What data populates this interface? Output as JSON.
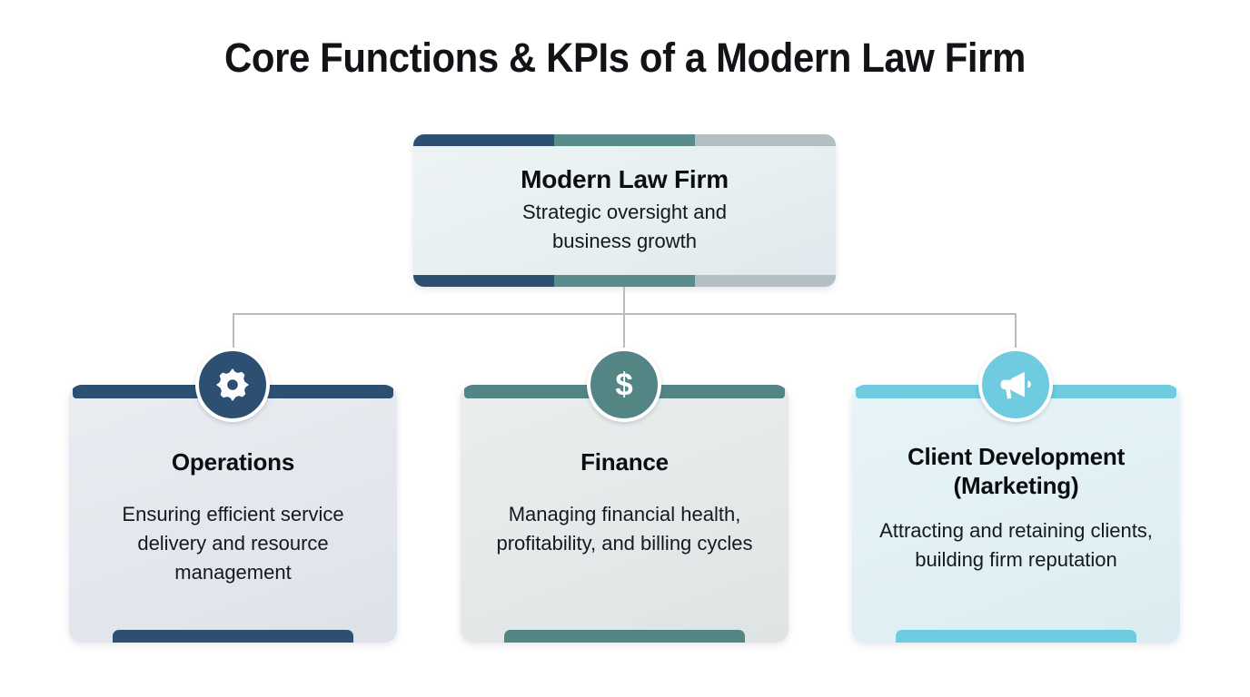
{
  "page": {
    "title": "Core Functions & KPIs of a Modern Law Firm",
    "background_color": "#ffffff",
    "connector_color": "#b6bcc2"
  },
  "root": {
    "title": "Modern Law Firm",
    "description": "Strategic oversight and business growth",
    "bar_segments": [
      "#2d4f72",
      "#5a8c8c",
      "#b4bfc4"
    ],
    "body_color": "#e9f0f2"
  },
  "branches": [
    {
      "id": "operations",
      "title": "Operations",
      "description": "Ensuring efficient service delivery and resource management",
      "icon": "gear-icon",
      "accent_color": "#2d4f72",
      "body_color": "#e5e9ee"
    },
    {
      "id": "finance",
      "title": "Finance",
      "description": "Managing financial health, profitability, and billing cycles",
      "icon": "dollar-icon",
      "accent_color": "#548585",
      "body_color": "#e6eaea"
    },
    {
      "id": "client-development",
      "title": "Client Development (Marketing)",
      "description": "Attracting and retaining clients, building firm reputation",
      "icon": "megaphone-icon",
      "accent_color": "#6ecbe0",
      "body_color": "#e4f2f6"
    }
  ]
}
